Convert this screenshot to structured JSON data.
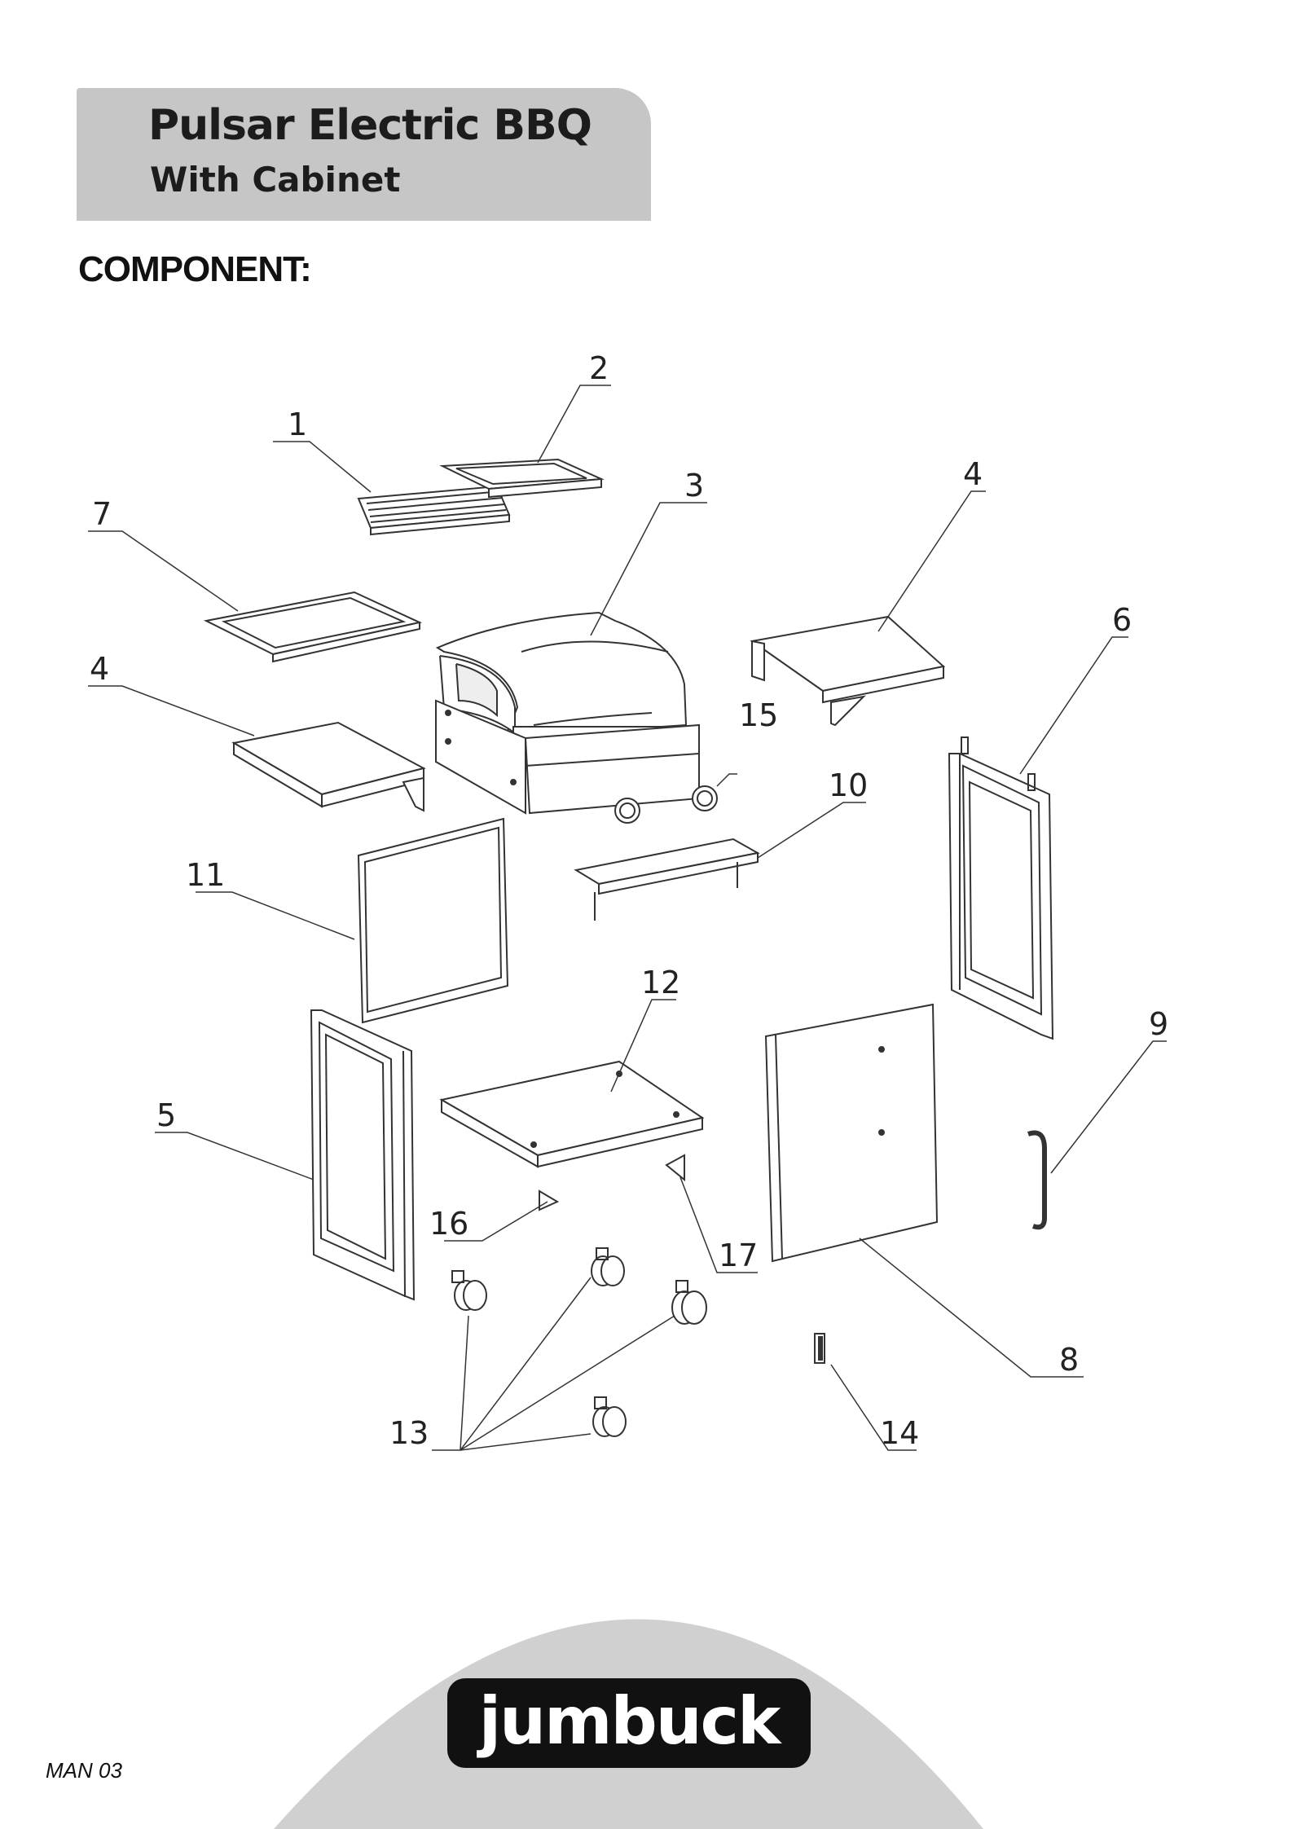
{
  "header": {
    "title": "Pulsar Electric BBQ",
    "subtitle": "With Cabinet"
  },
  "section_heading": "COMPONENT:",
  "callouts": [
    "1",
    "2",
    "3",
    "4",
    "4",
    "5",
    "6",
    "7",
    "8",
    "9",
    "10",
    "11",
    "12",
    "13",
    "14",
    "15",
    "16",
    "17"
  ],
  "footer": {
    "brand": "jumbuck",
    "page_code": "MAN 03"
  },
  "colors": {
    "title_band": "#c6c6c6",
    "footer_arc": "#d0d0d0",
    "logo_bg": "#111111",
    "line": "#333333"
  }
}
